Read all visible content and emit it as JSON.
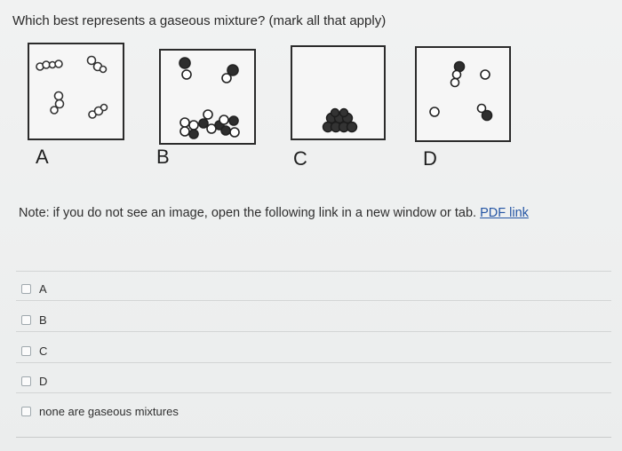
{
  "question": "Which best represents a gaseous mixture? (mark all that apply)",
  "figure_labels": [
    "A",
    "B",
    "C",
    "D"
  ],
  "note": {
    "text": "Note: if you do not see an image, open the following link in a new window or tab.",
    "link_label": "PDF link"
  },
  "options": [
    {
      "label": "A",
      "checked": false
    },
    {
      "label": "B",
      "checked": false
    },
    {
      "label": "C",
      "checked": false
    },
    {
      "label": "D",
      "checked": false
    },
    {
      "label": "none are gaseous mixtures",
      "checked": false
    }
  ]
}
